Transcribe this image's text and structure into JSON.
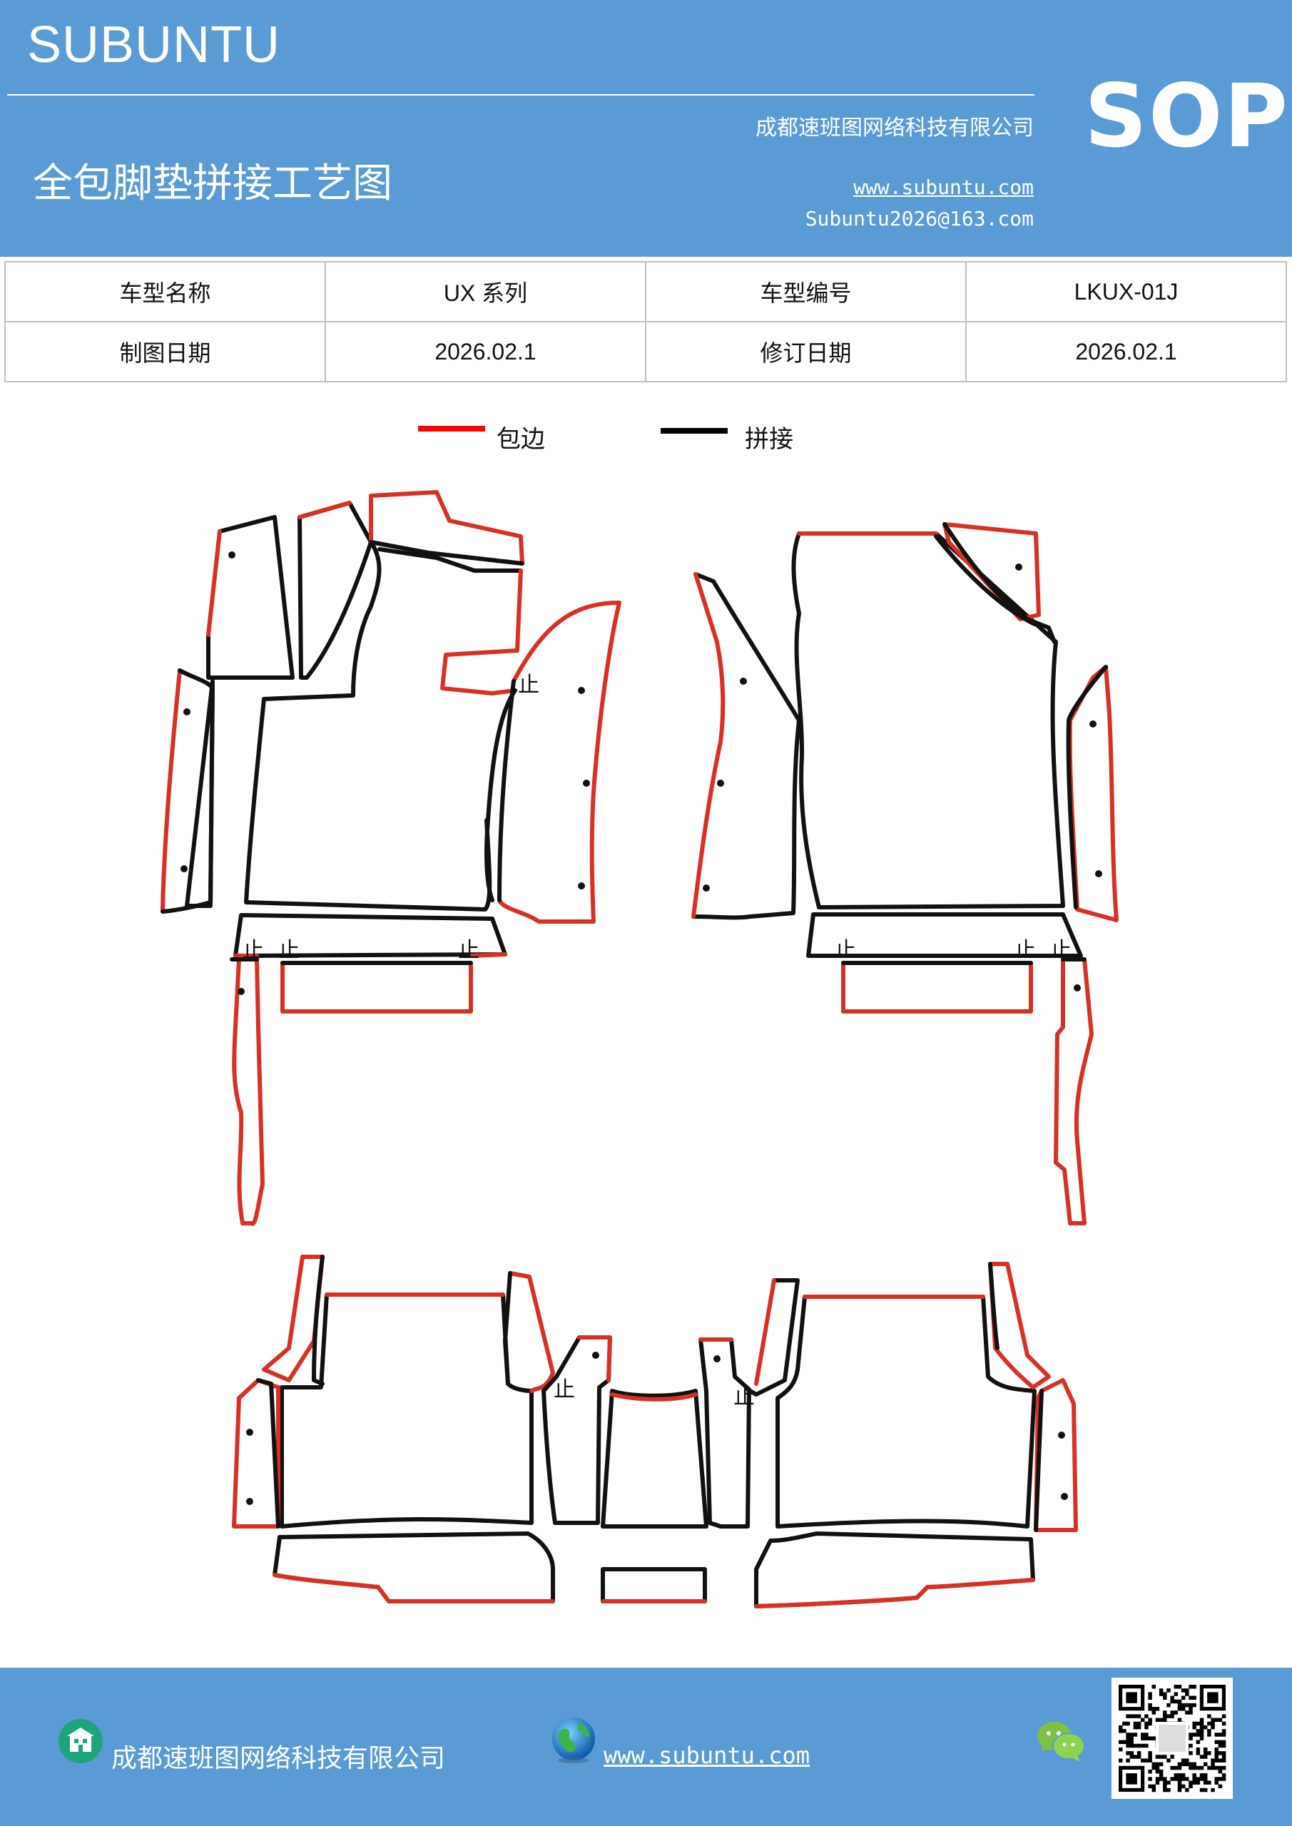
{
  "header": {
    "brand": "SUBUNTU",
    "sop": "SOP",
    "title": "全包脚垫拼接工艺图",
    "company": "成都速班图网络科技有限公司",
    "website": "www.subuntu.com",
    "email": "Subuntu2026@163.com"
  },
  "info_table": {
    "rows": [
      {
        "label1": "车型名称",
        "value1": "UX 系列",
        "label2": "车型编号",
        "value2": "LKUX-01J"
      },
      {
        "label1": "制图日期",
        "value1": "2026.02.1",
        "label2": "修订日期",
        "value2": "2026.02.1"
      }
    ]
  },
  "legend": {
    "items": [
      {
        "label": "包边",
        "color": "#ff0000"
      },
      {
        "label": "拼接",
        "color": "#000000"
      }
    ]
  },
  "diagram": {
    "splice_mark": "止",
    "edge_color": "#d93025",
    "seam_color": "#111111"
  },
  "footer": {
    "company": "成都速班图网络科技有限公司",
    "website": "www.subuntu.com",
    "icons": [
      "building-icon",
      "globe-icon",
      "wechat-icon",
      "qr-code"
    ]
  }
}
